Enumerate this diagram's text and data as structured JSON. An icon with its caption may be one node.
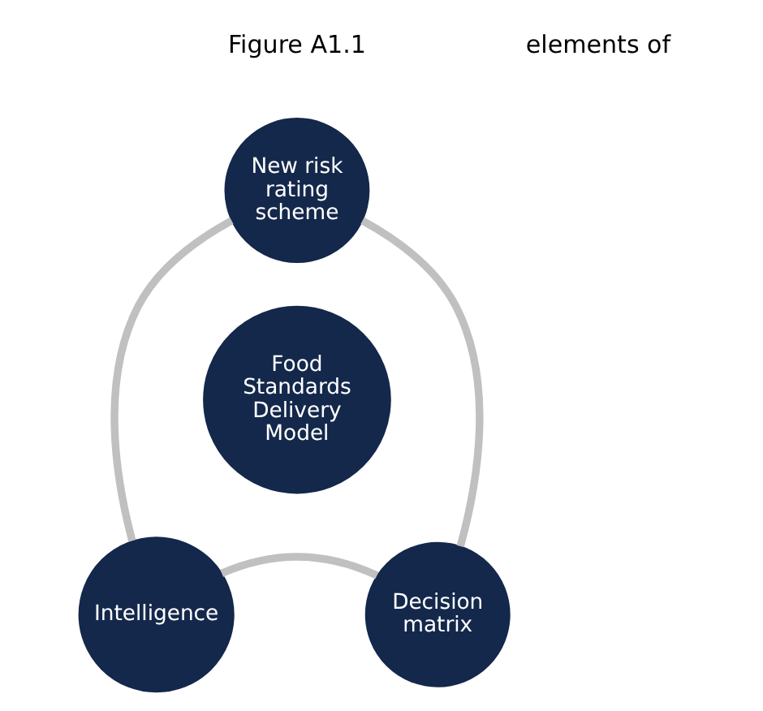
{
  "diagram": {
    "nodes": [
      {
        "text": [
          "New risk rating scheme"
        ]
      },
      {
        "text": [
          "Food Standards Delivery Model"
        ]
      },
      {
        "text": [
          "Intelligence"
        ]
      },
      {
        "text": [
          "Decision matrix"
        ]
      }
    ],
    "edges": [
      {
        "from": 0,
        "to": 3,
        "arrow": "none"
      },
      {
        "from": 3,
        "to": 2,
        "arrow": "none"
      },
      {
        "from": 2,
        "to": 0,
        "arrow": "none"
      }
    ],
    "labels": [
      "Figure A1.1",
      "elements of"
    ]
  }
}
